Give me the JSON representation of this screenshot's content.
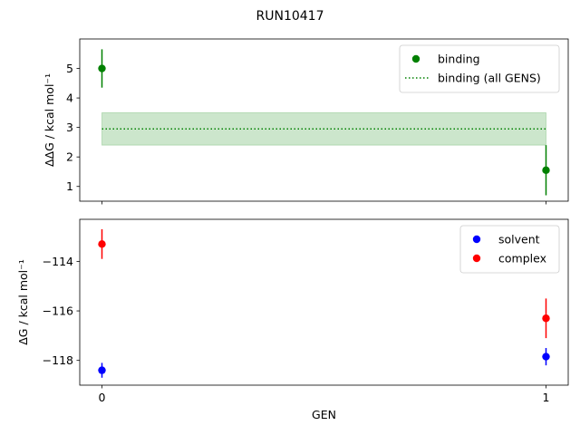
{
  "figure": {
    "title": "RUN10417"
  },
  "chart_data": [
    {
      "type": "scatter",
      "title": "",
      "xlabel": "",
      "ylabel": "ΔΔG / kcal mol⁻¹",
      "ylim": [
        0.5,
        6.0
      ],
      "xlim": [
        -0.05,
        1.05
      ],
      "yticks": [
        1,
        2,
        3,
        4,
        5
      ],
      "xticks": [
        0,
        1
      ],
      "xticklabels_visible": false,
      "grid": false,
      "legend_position": "top-right",
      "series": [
        {
          "name": "binding",
          "color": "#008000",
          "marker": "circle",
          "x": [
            0,
            1
          ],
          "y": [
            5.0,
            1.55
          ],
          "yerr": [
            0.65,
            0.85
          ]
        }
      ],
      "reference_line": {
        "name": "binding (all GENS)",
        "color": "#008000",
        "style": "dotted",
        "y": 2.95,
        "band": [
          2.4,
          3.5
        ],
        "x_range": [
          0,
          1
        ]
      }
    },
    {
      "type": "scatter",
      "title": "",
      "xlabel": "GEN",
      "ylabel": "ΔG / kcal mol⁻¹",
      "ylim": [
        -119.0,
        -112.3
      ],
      "xlim": [
        -0.05,
        1.05
      ],
      "yticks": [
        -118,
        -116,
        -114
      ],
      "yticklabels": [
        "−118",
        "−116",
        "−114"
      ],
      "xticks": [
        0,
        1
      ],
      "xticklabels": [
        "0",
        "1"
      ],
      "grid": false,
      "legend_position": "top-right",
      "series": [
        {
          "name": "solvent",
          "color": "#0000ff",
          "marker": "circle",
          "x": [
            0,
            1
          ],
          "y": [
            -118.4,
            -117.85
          ],
          "yerr": [
            0.3,
            0.35
          ]
        },
        {
          "name": "complex",
          "color": "#ff0000",
          "marker": "circle",
          "x": [
            0,
            1
          ],
          "y": [
            -113.3,
            -116.3
          ],
          "yerr": [
            0.6,
            0.8
          ]
        }
      ]
    }
  ]
}
